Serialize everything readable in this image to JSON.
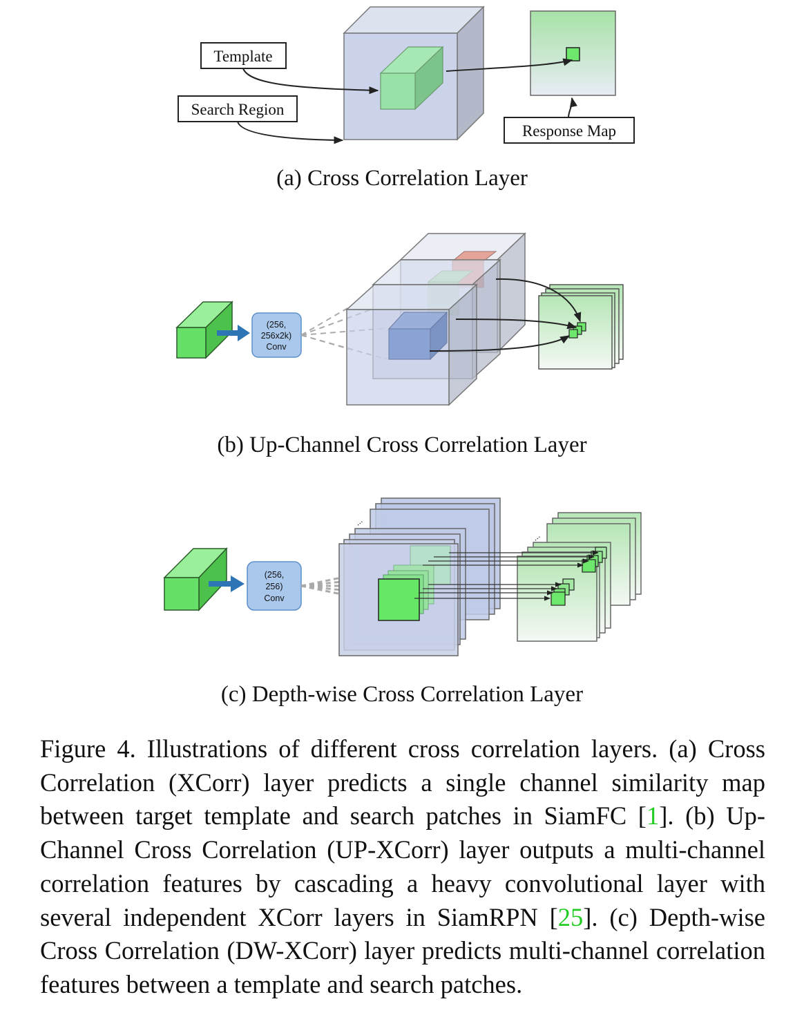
{
  "panel_a": {
    "template_label": "Template",
    "search_region_label": "Search Region",
    "response_map_label": "Response Map",
    "caption": "(a)  Cross Correlation Layer"
  },
  "panel_b": {
    "conv_line1": "(256,",
    "conv_line2": "256x2k)",
    "conv_line3": "Conv",
    "caption": "(b)  Up-Channel Cross Correlation Layer"
  },
  "panel_c": {
    "conv_line1": "(256,",
    "conv_line2": "256)",
    "conv_line3": "Conv",
    "dots_label": "...",
    "caption": "(c)  Depth-wise Cross Correlation Layer"
  },
  "caption": {
    "part1": "Figure 4. Illustrations of different cross correlation layers.  (a) Cross Correlation (XCorr) layer predicts a single channel similarity map between target template and search patches in SiamFC [",
    "ref1": "1",
    "part2": "]. (b) Up-Channel Cross Correlation (UP-XCorr) layer outputs a multi-channel correlation features by cascading a heavy convolutional layer with several independent XCorr layers in SiamRPN [",
    "ref2": "25",
    "part3": "].  (c) Depth-wise Cross Correlation (DW-XCorr) layer predicts multi-channel correlation features between a template and search patches."
  },
  "colors": {
    "feature_blue": "#c7d0e8",
    "template_green": "#66e066",
    "conv_blue": "#a9c8ec",
    "arrow_blue": "#2e75b6",
    "reference_green": "#22cc22"
  }
}
